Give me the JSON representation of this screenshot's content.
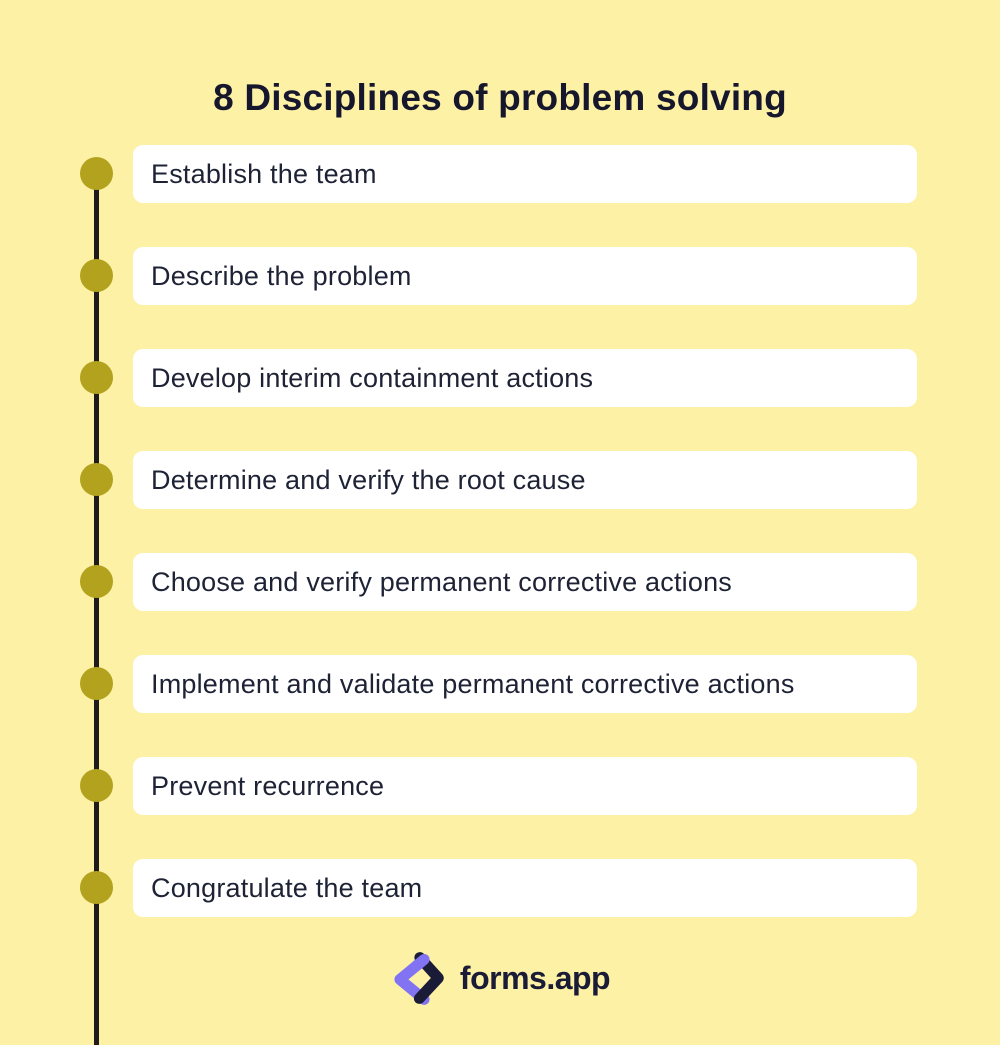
{
  "title": "8 Disciplines of problem solving",
  "colors": {
    "background": "#FCF1A5",
    "dot": "#B2A21D",
    "line": "#1F1B1C",
    "card_bg": "#FFFFFF",
    "card_text": "#1E2235",
    "title_text": "#16172D",
    "logo_purple": "#8273F3",
    "logo_navy": "#1A1B36"
  },
  "steps": [
    {
      "label": "Establish the team"
    },
    {
      "label": "Describe the problem"
    },
    {
      "label": "Develop interim containment actions"
    },
    {
      "label": "Determine and verify the root cause"
    },
    {
      "label": "Choose and verify permanent corrective actions"
    },
    {
      "label": "Implement and validate permanent corrective actions"
    },
    {
      "label": "Prevent recurrence"
    },
    {
      "label": "Congratulate the team"
    }
  ],
  "footer": {
    "brand": "forms.app",
    "icon": "forms-app-logo-icon"
  }
}
